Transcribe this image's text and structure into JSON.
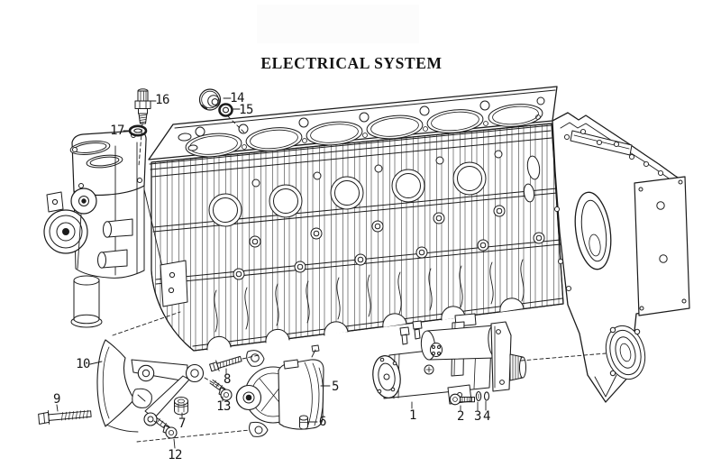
{
  "page": {
    "background": "#ffffff",
    "line_ink": "#1b1b1b",
    "faded_block_color": "#fcfcfc"
  },
  "title": "ELECTRICAL SYSTEM",
  "diagram": {
    "type": "exploded-parts-diagram",
    "callouts": [
      {
        "number": "1"
      },
      {
        "number": "2"
      },
      {
        "number": "3"
      },
      {
        "number": "4"
      },
      {
        "number": "5"
      },
      {
        "number": "6"
      },
      {
        "number": "7"
      },
      {
        "number": "8"
      },
      {
        "number": "9"
      },
      {
        "number": "10"
      },
      {
        "number": "12"
      },
      {
        "number": "13"
      },
      {
        "number": "14"
      },
      {
        "number": "15"
      },
      {
        "number": "16"
      },
      {
        "number": "17"
      }
    ]
  }
}
